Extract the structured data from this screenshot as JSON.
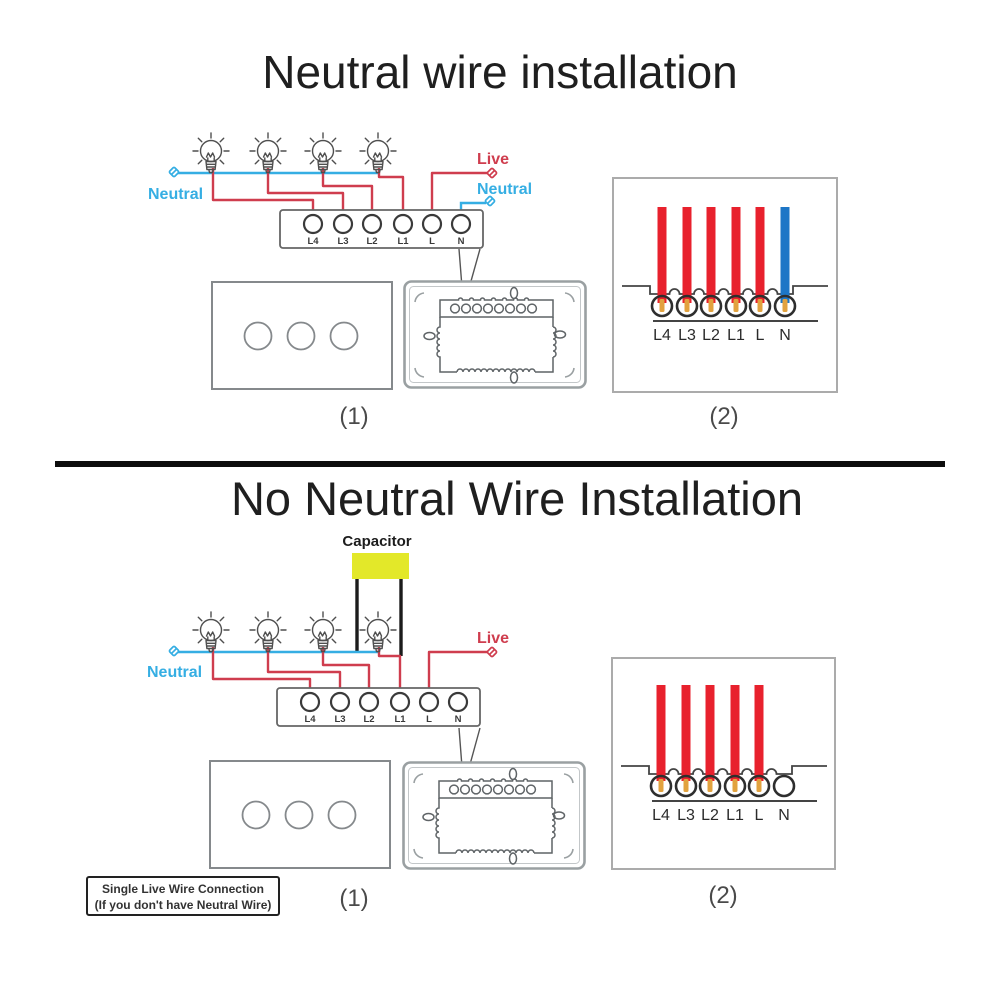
{
  "titles": {
    "top": "Neutral wire installation",
    "bottom": "No Neutral Wire Installation"
  },
  "labels": {
    "live": "Live",
    "neutral": "Neutral",
    "capacitor": "Capacitor",
    "fig1": "(1)",
    "fig2": "(2)"
  },
  "terminals": [
    "L4",
    "L3",
    "L2",
    "L1",
    "L",
    "N"
  ],
  "caption": {
    "line1": "Single Live Wire Connection",
    "line2": "(If you don't have Neutral Wire)"
  },
  "palette": {
    "neutral_blue": "#35aee3",
    "live_red": "#cf3d4e",
    "box_wire_red": "#e8212d",
    "box_wire_blue": "#1d76c6",
    "copper_orange": "#e2a23f",
    "capacitor_yellow": "#e3e829",
    "outline_dark": "#4d4d4d",
    "module_gray": "#9aa0a2",
    "divider_black": "#0d0d0d"
  }
}
